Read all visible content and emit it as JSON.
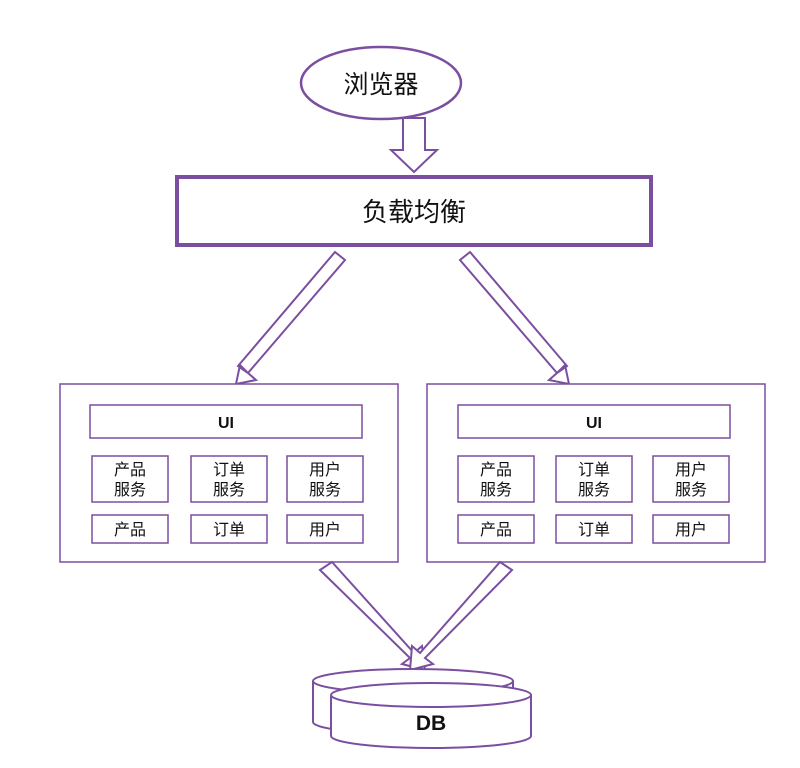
{
  "browser": {
    "label": "浏览器"
  },
  "load_balancer": {
    "label": "负载均衡"
  },
  "servers": [
    {
      "ui_label": "UI",
      "services": [
        {
          "line1": "产品",
          "line2": "服务"
        },
        {
          "line1": "订单",
          "line2": "服务"
        },
        {
          "line1": "用户",
          "line2": "服务"
        }
      ],
      "modules": [
        "产品",
        "订单",
        "用户"
      ]
    },
    {
      "ui_label": "UI",
      "services": [
        {
          "line1": "产品",
          "line2": "服务"
        },
        {
          "line1": "订单",
          "line2": "服务"
        },
        {
          "line1": "用户",
          "line2": "服务"
        }
      ],
      "modules": [
        "产品",
        "订单",
        "用户"
      ]
    }
  ],
  "database": {
    "label": "DB"
  },
  "colors": {
    "accent": "#7b4fa0",
    "line": "#7b4fa0",
    "background": "#ffffff"
  }
}
